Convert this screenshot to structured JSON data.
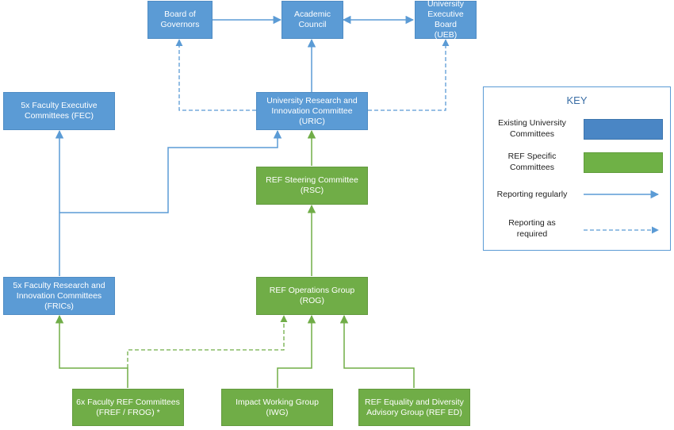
{
  "nodes": {
    "board_of_governors": "Board of\nGovernors",
    "academic_council": "Academic\nCouncil",
    "ueb": "University\nExecutive Board\n(UEB)",
    "fec": "5x Faculty Executive\nCommittees (FEC)",
    "uric": "University Research and\nInnovation Committee (URIC)",
    "rsc": "REF Steering Committee (RSC)",
    "frics": "5x Faculty Research and\nInnovation Committees\n(FRICs)",
    "rog": "REF Operations Group (ROG)",
    "fref": "6x Faculty REF Committees\n(FREF / FROG) *",
    "iwg": "Impact Working Group (IWG)",
    "ref_ed": "REF Equality and Diversity\nAdvisory Group (REF ED)"
  },
  "key": {
    "title": "KEY",
    "existing": "Existing University\nCommittees",
    "ref_specific": "REF Specific\nCommittees",
    "regular": "Reporting regularly",
    "as_required": "Reporting as\nrequired"
  },
  "colors": {
    "blue": "#5b9bd5",
    "green": "#70ad47",
    "blue_line": "#5b9bd5",
    "green_line": "#70ad47"
  }
}
